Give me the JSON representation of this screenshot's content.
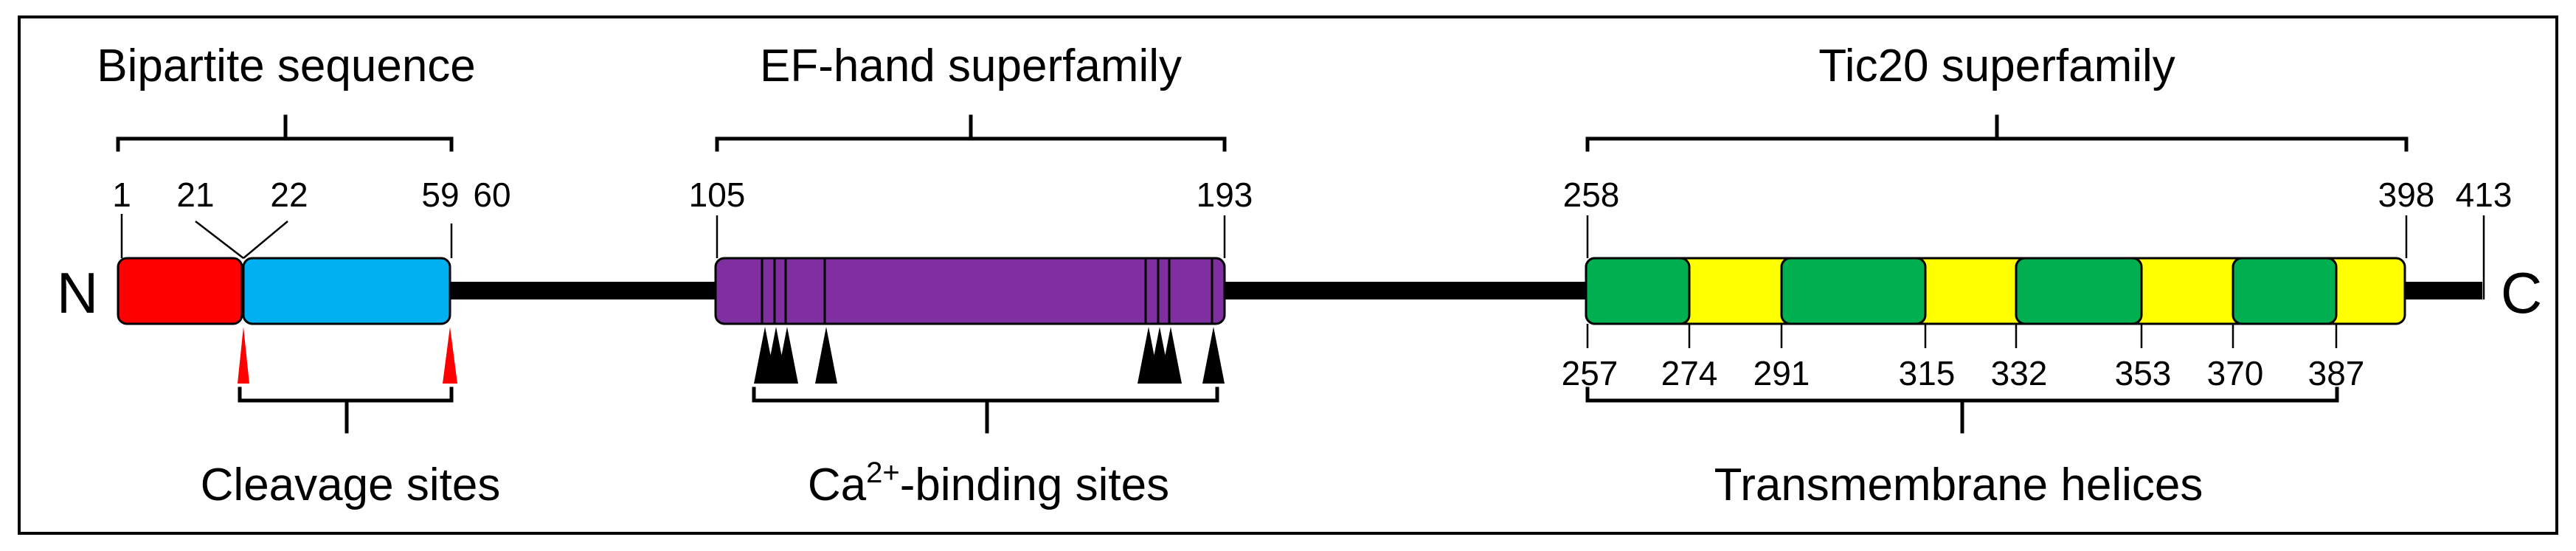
{
  "title_labels": {
    "bipartite": "Bipartite sequence",
    "ef_hand": "EF-hand superfamily",
    "tic20": "Tic20 superfamily",
    "cleavage": "Cleavage sites",
    "ca_prefix": "Ca",
    "ca_sup": "2+",
    "ca_suffix": "-binding sites",
    "transmembrane": "Transmembrane helices"
  },
  "termini": {
    "n": "N",
    "c": "C"
  },
  "positions_top": {
    "p1": "1",
    "p21": "21",
    "p22": "22",
    "p59": "59",
    "p60": "60",
    "p105": "105",
    "p193": "193",
    "p258": "258",
    "p398": "398",
    "p413": "413"
  },
  "positions_bottom": {
    "p257": "257",
    "p274": "274",
    "p291": "291",
    "p315": "315",
    "p332": "332",
    "p353": "353",
    "p370": "370",
    "p387": "387"
  },
  "colors": {
    "transit_peptide_1": "#ff0000",
    "transit_peptide_2": "#00b0f0",
    "ef_hand_domain": "#7f2f9f",
    "tic20_domain": "#ffff00",
    "transmembrane_helix": "#00b050",
    "cleavage_marker": "#ff0000",
    "ca_marker": "#000000"
  }
}
